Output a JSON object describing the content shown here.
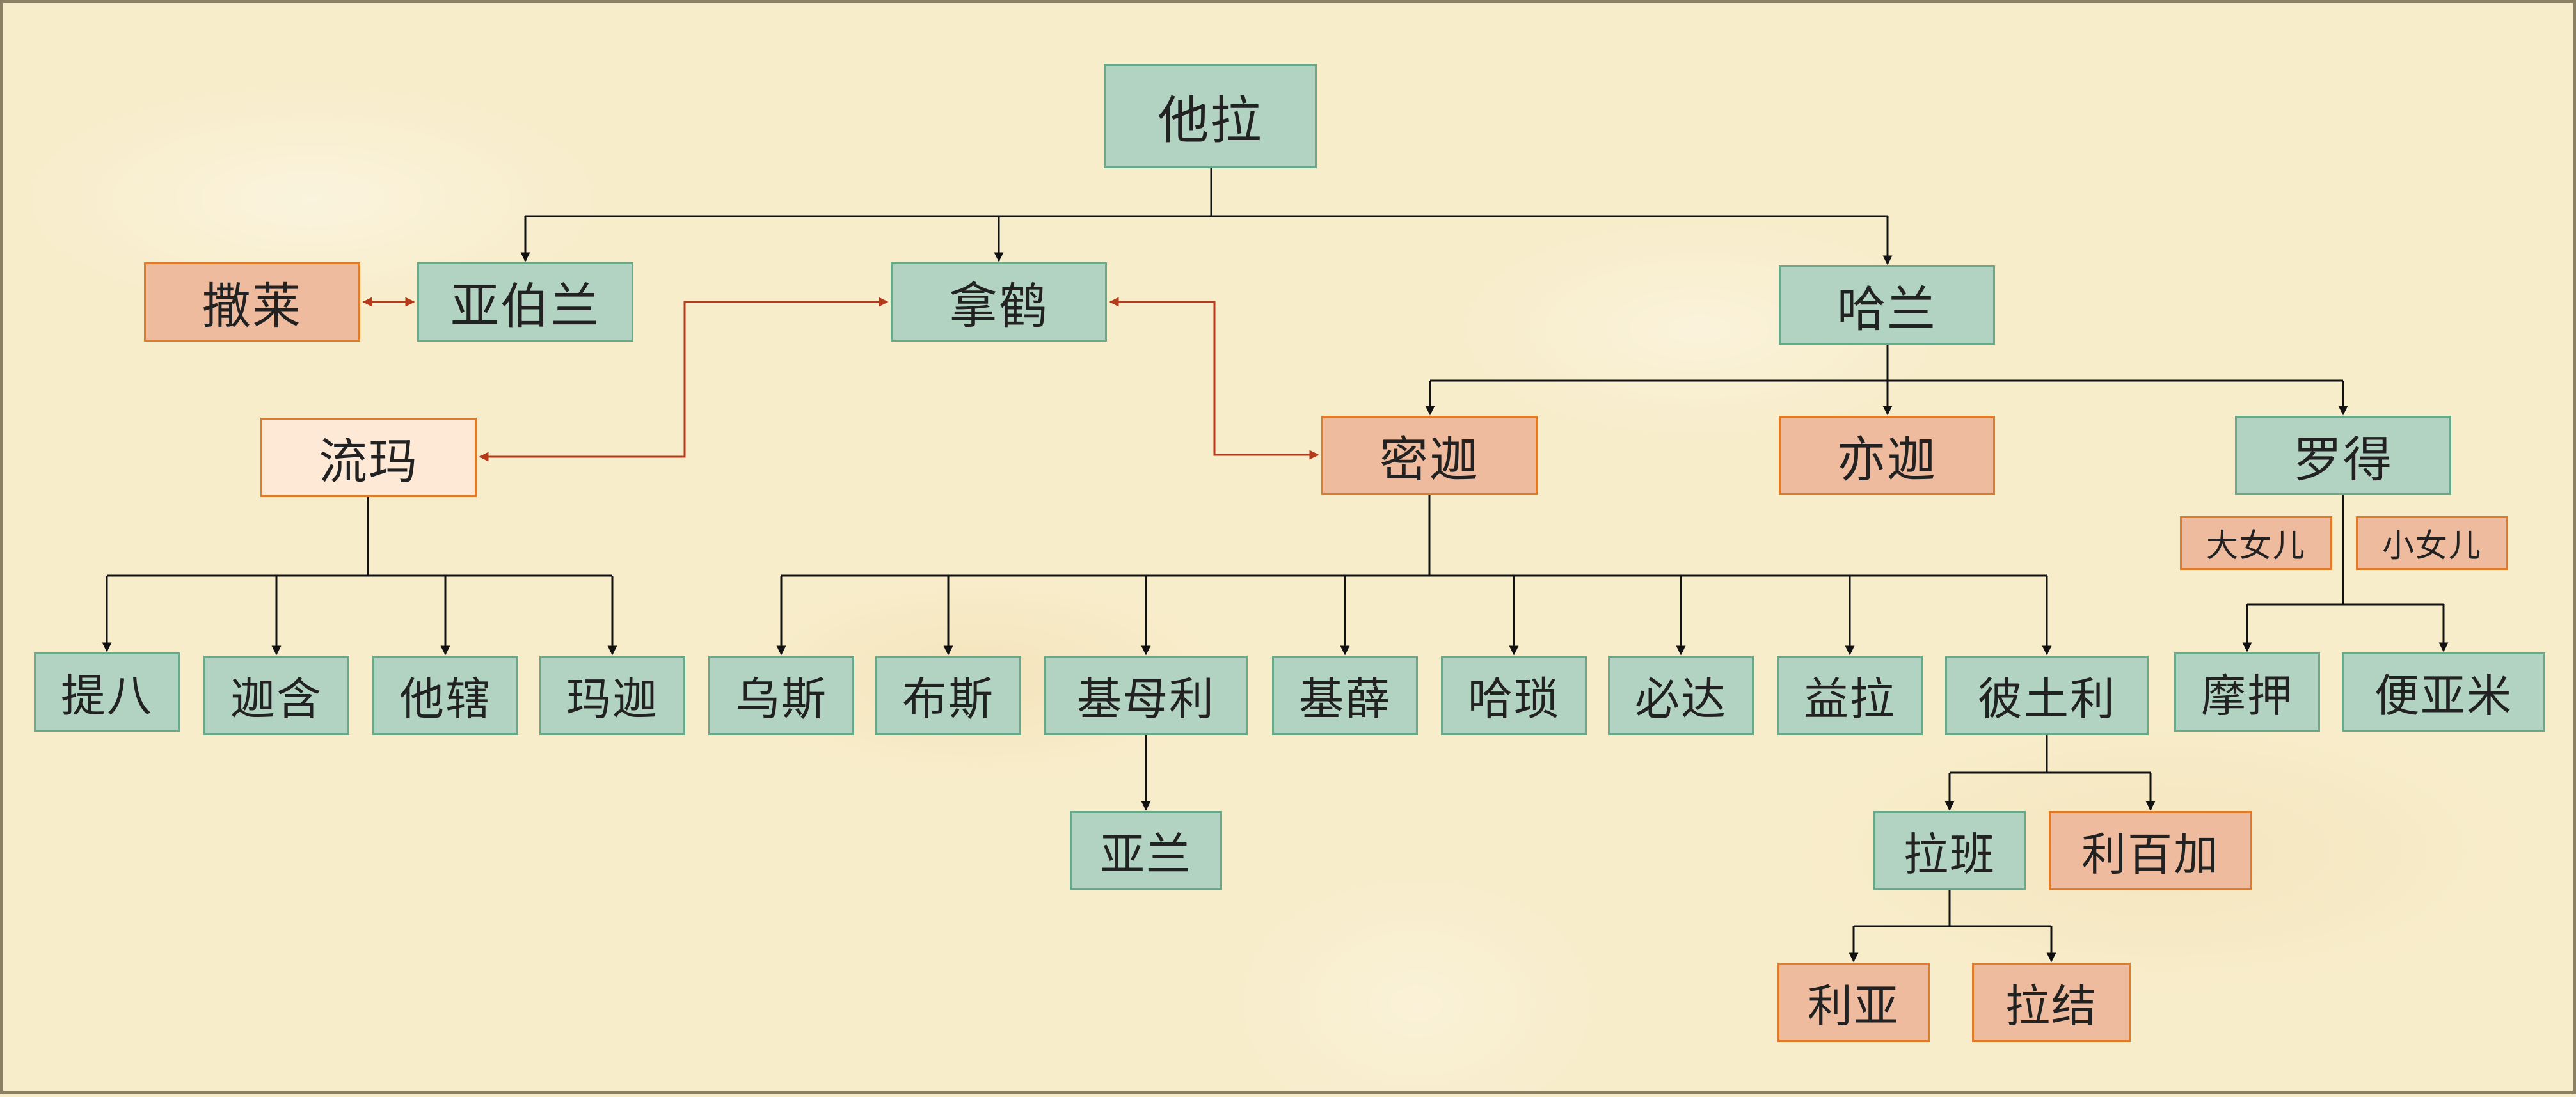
{
  "nodes": {
    "terah": "他拉",
    "sarai": "撒莱",
    "abram": "亚伯兰",
    "nahor": "拿鹤",
    "haran": "哈兰",
    "reumah": "流玛",
    "milcah": "密迦",
    "iscah": "亦迦",
    "lot": "罗得",
    "lot_elder_daughter": "大女儿",
    "lot_younger_daughter": "小女儿",
    "tebah": "提八",
    "gaham": "迦含",
    "tahash": "他辖",
    "maacah": "玛迦",
    "uz": "乌斯",
    "buz": "布斯",
    "kemuel": "基母利",
    "chesed": "基薛",
    "hazo": "哈琐",
    "pildash": "必达",
    "jidlaph": "益拉",
    "bethuel": "彼土利",
    "moab": "摩押",
    "benammi": "便亚米",
    "aram": "亚兰",
    "laban": "拉班",
    "rebekah": "利百加",
    "leah": "利亚",
    "rachel": "拉结"
  },
  "colors": {
    "male_fill": "#b2d3c2",
    "male_border": "#6aa88a",
    "female_fill": "#eebb9f",
    "female_border": "#e07b2a",
    "concubine_fill": "#fde9d6",
    "line": "#111111",
    "marriage_line": "#b33a1a"
  }
}
